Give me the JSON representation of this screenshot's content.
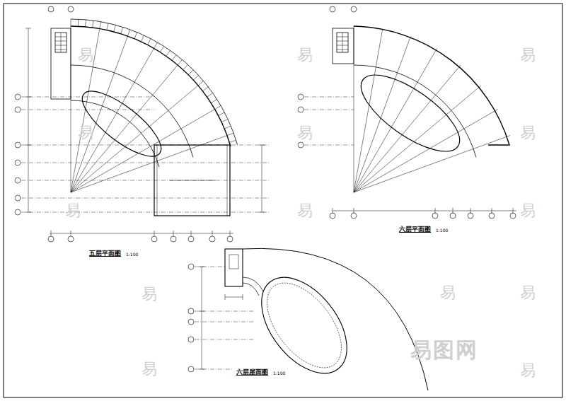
{
  "diagram": {
    "labels": [
      "五层平面图",
      "1:100",
      "六层平面图",
      "1:100",
      "六层屋面图",
      "1:100",
      "易",
      "易",
      "易",
      "易",
      "易",
      "易",
      "易",
      "易",
      "易",
      "易",
      "易",
      "易",
      "易",
      "易",
      "易图网"
    ]
  }
}
